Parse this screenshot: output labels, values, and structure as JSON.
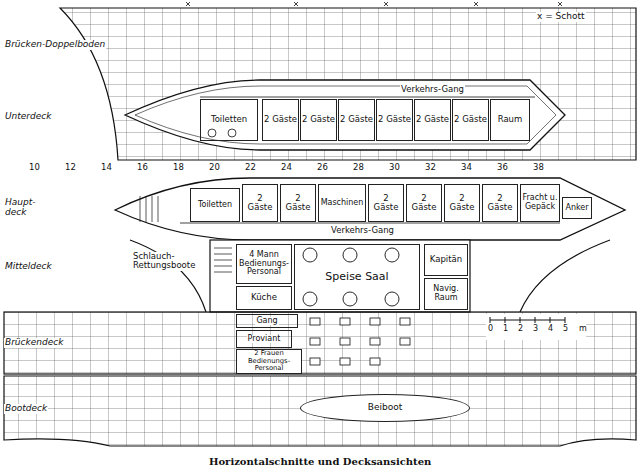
{
  "diagram": {
    "caption": "Horizontalschnitte und Decksansichten",
    "nodes": [
      {
        "text": [
          "Toiletten"
        ]
      },
      {
        "text": [
          "2 Gäste"
        ]
      },
      {
        "text": [
          "2 Gäste"
        ]
      },
      {
        "text": [
          "2 Gäste"
        ]
      },
      {
        "text": [
          "2 Gäste"
        ]
      },
      {
        "text": [
          "2 Gäste"
        ]
      },
      {
        "text": [
          "2 Gäste"
        ]
      },
      {
        "text": [
          "Raum"
        ]
      },
      {
        "text": [
          "Toiletten"
        ]
      },
      {
        "text": [
          "2 Gäste"
        ]
      },
      {
        "text": [
          "2 Gäste"
        ]
      },
      {
        "text": [
          "Maschinen"
        ]
      },
      {
        "text": [
          "2 Gäste"
        ]
      },
      {
        "text": [
          "2 Gäste"
        ]
      },
      {
        "text": [
          "2 Gäste"
        ]
      },
      {
        "text": [
          "2 Gäste"
        ]
      },
      {
        "text": [
          "Fracht u. Gepäck"
        ]
      },
      {
        "text": [
          "Anker"
        ]
      },
      {
        "text": [
          "4 Mann Bedienungs-Personal"
        ]
      },
      {
        "text": [
          "Speise Saal"
        ]
      },
      {
        "text": [
          "Kapitän"
        ]
      },
      {
        "text": [
          "Küche"
        ]
      },
      {
        "text": [
          "Navig. Raum"
        ]
      },
      {
        "text": [
          "Gang"
        ]
      },
      {
        "text": [
          "Proviant"
        ]
      },
      {
        "text": [
          "2 Frauen Bedienungs-Personal"
        ]
      },
      {
        "text": [
          "Beiboot"
        ]
      }
    ],
    "labels": [
      "x = Schott",
      "Brücken-Doppelboden",
      "Unterdeck",
      "Haupt-deck",
      "Mitteldeck",
      "Brückendeck",
      "Bootdeck",
      "10",
      "12",
      "14",
      "16",
      "18",
      "20",
      "22",
      "24",
      "26",
      "28",
      "30",
      "32",
      "34",
      "36",
      "38",
      "Verkehrs-Gang",
      "Verkehrs-Gang",
      "Schlauch-Rettungsboote",
      "0",
      "1",
      "2",
      "3",
      "4",
      "5",
      "m"
    ]
  }
}
